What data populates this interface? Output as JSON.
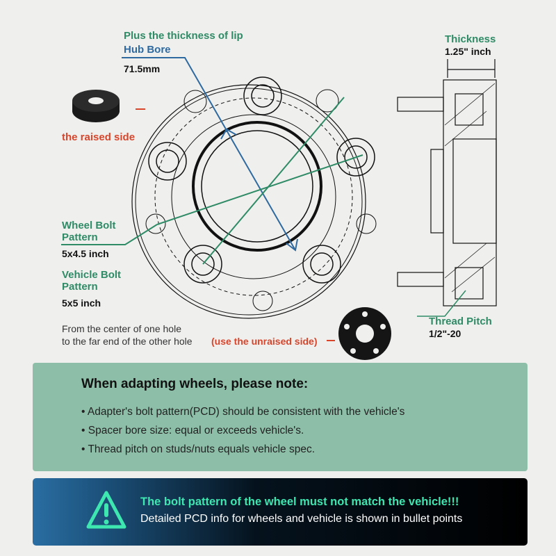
{
  "labels": {
    "lip": "Plus the thickness of lip",
    "hub_bore": "Hub Bore",
    "hub_bore_value": "71.5mm",
    "raised_side": "the raised side",
    "wheel_bolt": "Wheel Bolt",
    "wheel_bolt2": "Pattern",
    "wheel_bolt_value": "5x4.5 inch",
    "vehicle_bolt": "Vehicle Bolt",
    "vehicle_bolt2": "Pattern",
    "vehicle_bolt_value": "5x5 inch",
    "measure_note1": "From the center of one hole",
    "measure_note2": "to the far end of the other hole",
    "measure_note3": "(use the unraised side)",
    "thickness": "Thickness",
    "thickness_value": "1.25\" inch",
    "thread_pitch": "Thread Pitch",
    "thread_pitch_value": "1/2\"-20"
  },
  "note": {
    "title": "When adapting wheels, please note:",
    "bullets": [
      "Adapter's bolt pattern(PCD) should be consistent with the vehicle's",
      "Spacer bore size: equal or exceeds vehicle's.",
      "Thread pitch on studs/nuts equals vehicle spec."
    ]
  },
  "warning": {
    "headline": "The bolt pattern of the wheel must not match the vehicle!!!",
    "detail": "Detailed PCD info for wheels and vehicle is shown in bullet points"
  },
  "colors": {
    "green": "#2e8b66",
    "blue": "#2e6aa0",
    "red": "#d8452a",
    "note_bg": "#8dbea8",
    "warn_text": "#3ee6b0"
  }
}
